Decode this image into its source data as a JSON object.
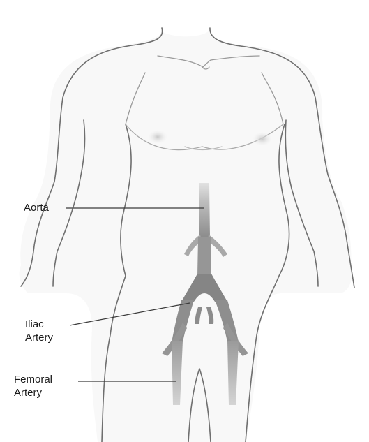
{
  "diagram": {
    "labels": {
      "aorta": "Aorta",
      "iliac_line1": "Iliac",
      "iliac_line2": "Artery",
      "femoral_line1": "Femoral",
      "femoral_line2": "Artery"
    },
    "colors": {
      "outline": "#6f6f6f",
      "skin_fill": "#f7f7f7",
      "artery_dark": "#8a8a8a",
      "artery_light": "#c4c4c4",
      "nipple": "#d6d6d6",
      "leader_line": "#3a3a3a"
    }
  }
}
